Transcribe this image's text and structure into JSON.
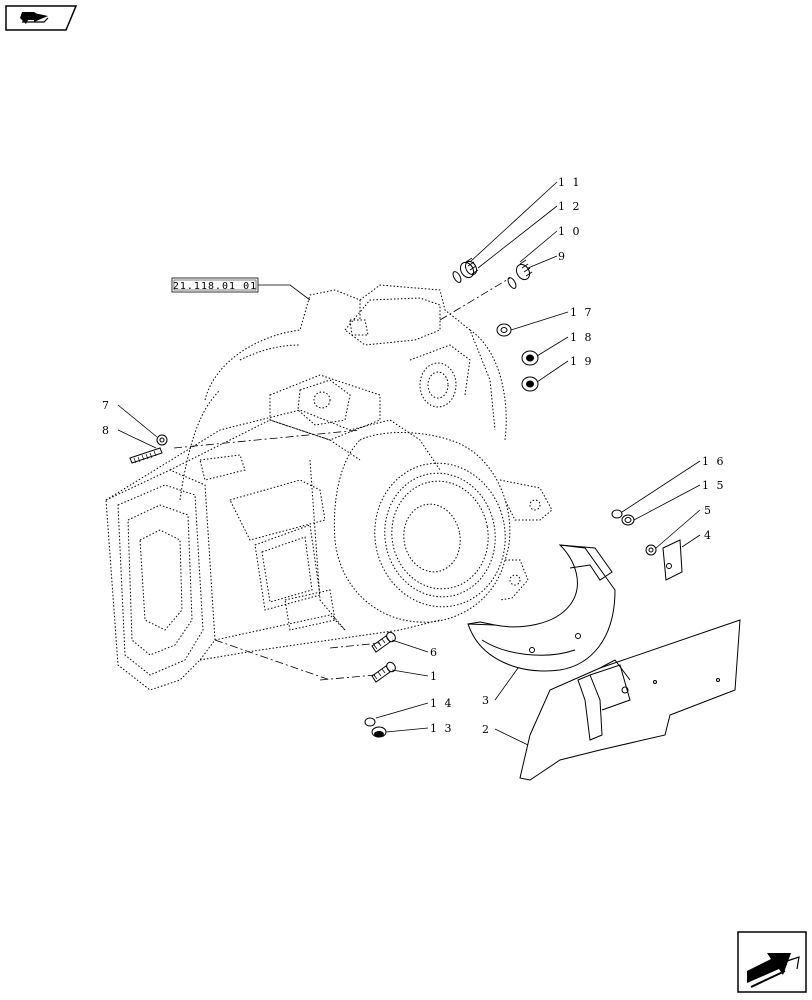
{
  "reference_box": "21.118.01 01",
  "callouts": [
    {
      "id": "c11",
      "text": "1 1"
    },
    {
      "id": "c12",
      "text": "1 2"
    },
    {
      "id": "c10",
      "text": "1 0"
    },
    {
      "id": "c9",
      "text": "9"
    },
    {
      "id": "c17",
      "text": "1 7"
    },
    {
      "id": "c18",
      "text": "1 8"
    },
    {
      "id": "c19",
      "text": "1 9"
    },
    {
      "id": "c7",
      "text": "7"
    },
    {
      "id": "c8",
      "text": "8"
    },
    {
      "id": "c16",
      "text": "1 6"
    },
    {
      "id": "c15",
      "text": "1 5"
    },
    {
      "id": "c5",
      "text": "5"
    },
    {
      "id": "c4",
      "text": "4"
    },
    {
      "id": "c6",
      "text": "6"
    },
    {
      "id": "c1",
      "text": "1"
    },
    {
      "id": "c14",
      "text": "1 4"
    },
    {
      "id": "c13",
      "text": "1 3"
    },
    {
      "id": "c3",
      "text": "3"
    },
    {
      "id": "c2",
      "text": "2"
    }
  ],
  "icons": {
    "top_left": "book-arrow-icon",
    "bottom_right": "next-page-arrow-icon"
  }
}
